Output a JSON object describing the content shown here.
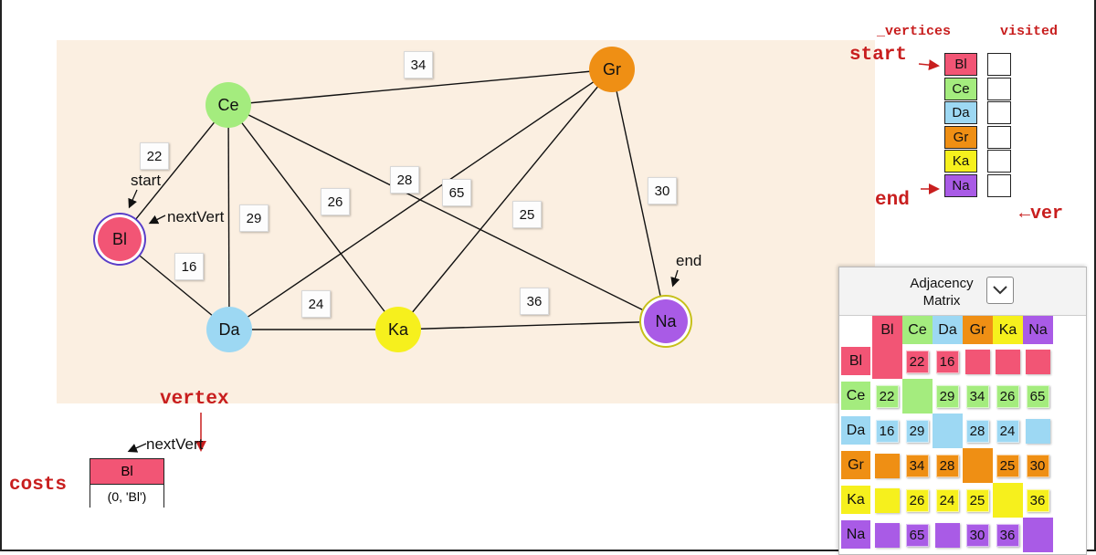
{
  "colors": {
    "Bl": "#f25575",
    "Ce": "#a4ec7e",
    "Da": "#9dd8f3",
    "Gr": "#ef8f14",
    "Ka": "#f6f01d",
    "Na": "#a95be6",
    "panel": "#fbefe1",
    "code_red": "#c81e1e"
  },
  "graph": {
    "nodes": [
      {
        "id": "Bl",
        "label": "Bl"
      },
      {
        "id": "Ce",
        "label": "Ce"
      },
      {
        "id": "Da",
        "label": "Da"
      },
      {
        "id": "Gr",
        "label": "Gr"
      },
      {
        "id": "Ka",
        "label": "Ka"
      },
      {
        "id": "Na",
        "label": "Na"
      }
    ],
    "edges": [
      {
        "a": "Ce",
        "b": "Gr",
        "weight": "34"
      },
      {
        "a": "Ce",
        "b": "Bl",
        "weight": "22"
      },
      {
        "a": "Ce",
        "b": "Da",
        "weight": "29"
      },
      {
        "a": "Ce",
        "b": "Ka",
        "weight": "26"
      },
      {
        "a": "Ce",
        "b": "Na",
        "weight": "28"
      },
      {
        "a": "Gr",
        "b": "Da",
        "weight": "65"
      },
      {
        "a": "Gr",
        "b": "Ka",
        "weight": "25"
      },
      {
        "a": "Gr",
        "b": "Na",
        "weight": "30"
      },
      {
        "a": "Bl",
        "b": "Da",
        "weight": "16"
      },
      {
        "a": "Da",
        "b": "Ka",
        "weight": "24"
      },
      {
        "a": "Ka",
        "b": "Na",
        "weight": "36"
      }
    ],
    "start_label": "start",
    "next_vert_label": "nextVert",
    "end_label": "end"
  },
  "vertices_panel": {
    "title": "_vertices",
    "visited_title": "visited",
    "start_label": "start",
    "end_label": "end",
    "vertex_label": "←ver",
    "items": [
      "Bl",
      "Ce",
      "Da",
      "Gr",
      "Ka",
      "Na"
    ]
  },
  "costs": {
    "label": "costs",
    "vertex_label": "vertex",
    "next_vert_label": "nextVert",
    "key": "Bl",
    "value": "(0, 'Bl')"
  },
  "adjacency": {
    "title": "Adjacency Matrix",
    "toggle_icon": "chevron-down-icon",
    "labels": [
      "Bl",
      "Ce",
      "Da",
      "Gr",
      "Ka",
      "Na"
    ],
    "matrix": [
      [
        "",
        "22",
        "16",
        "",
        "",
        ""
      ],
      [
        "22",
        "",
        "29",
        "34",
        "26",
        "65"
      ],
      [
        "16",
        "29",
        "",
        "28",
        "24",
        ""
      ],
      [
        "",
        "34",
        "28",
        "",
        "25",
        "30"
      ],
      [
        "",
        "26",
        "24",
        "25",
        "",
        "36"
      ],
      [
        "",
        "65",
        "",
        "30",
        "36",
        ""
      ]
    ]
  }
}
